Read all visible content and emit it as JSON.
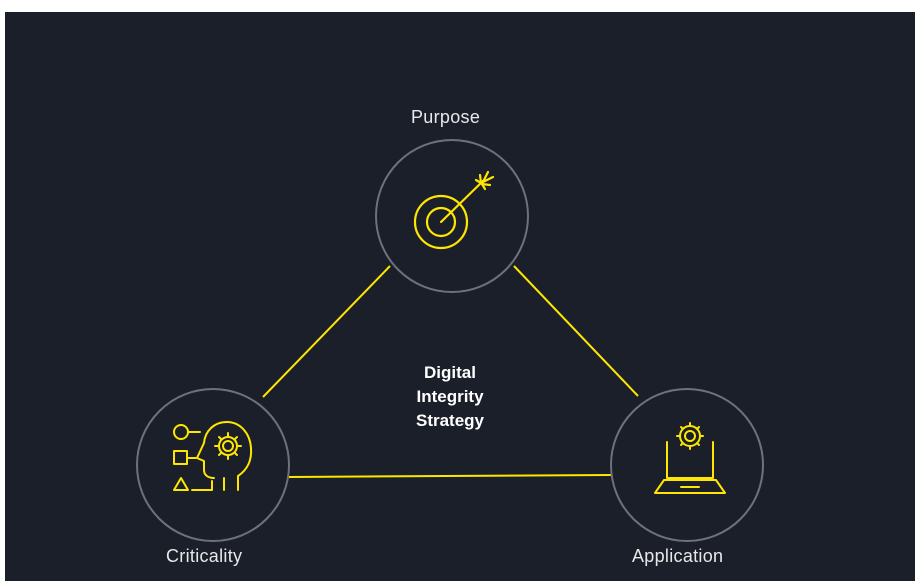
{
  "colors": {
    "background": "#1b1f2a",
    "accent": "#ffe600",
    "node_ring": "#6e717c",
    "text": "#e8e8ea"
  },
  "center": {
    "lines": [
      "Digital",
      "Integrity",
      "Strategy"
    ]
  },
  "nodes": [
    {
      "id": "purpose",
      "label": "Purpose",
      "icon": "target-arrow-icon"
    },
    {
      "id": "criticality",
      "label": "Criticality",
      "icon": "head-gear-shapes-icon"
    },
    {
      "id": "application",
      "label": "Application",
      "icon": "laptop-gear-icon"
    }
  ]
}
